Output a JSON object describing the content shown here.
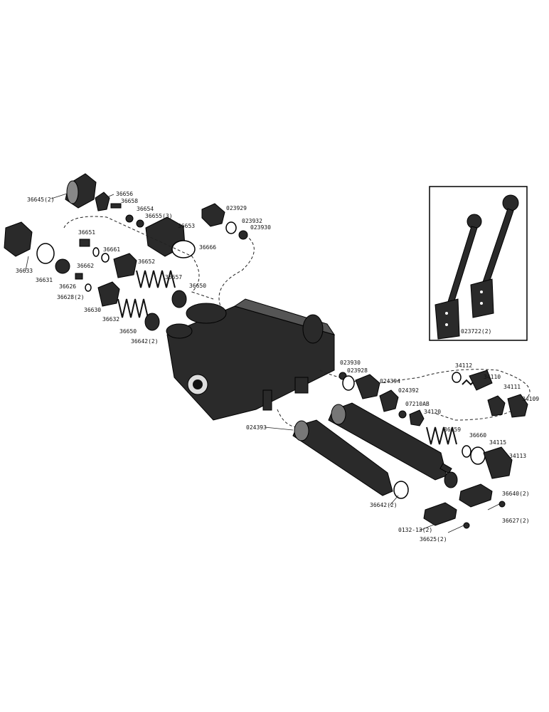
{
  "labels": {
    "l36645": "36645(2)",
    "l36656": "36656",
    "l36658": "36658",
    "l36654": "36654",
    "l36655": "36655(3)",
    "l36653": "36653",
    "l36666": "36666",
    "l023929": "023929",
    "l023932": "023932",
    "l023930a": "023930",
    "l36651": "36651",
    "l36661": "36661",
    "l36662": "36662",
    "l36652": "36652",
    "l36633": "36633",
    "l36631": "36631",
    "l36626": "36626",
    "l36628": "36628(2)",
    "l36657": "36657",
    "l36650a": "36650",
    "l36630": "36630",
    "l36632": "36632",
    "l36650b": "36650",
    "l36642a": "36642(2)",
    "l023722": "023722(2)",
    "l023930b": "023930",
    "l023928": "023928",
    "l024394": "024394",
    "l024392": "024392",
    "l07210": "07210AB",
    "l34120": "34120",
    "l34112": "34112",
    "l34110": "34110",
    "l34111": "34111",
    "l34109": "34109",
    "l024393": "024393",
    "l36659": "36659",
    "l36660": "36660",
    "l34115": "34115",
    "l34113": "34113",
    "l36642b": "36642(2)",
    "l36640": "36640(2)",
    "l36627": "36627(2)",
    "l0132": "0132-13(2)",
    "l36625": "36625(2)"
  }
}
